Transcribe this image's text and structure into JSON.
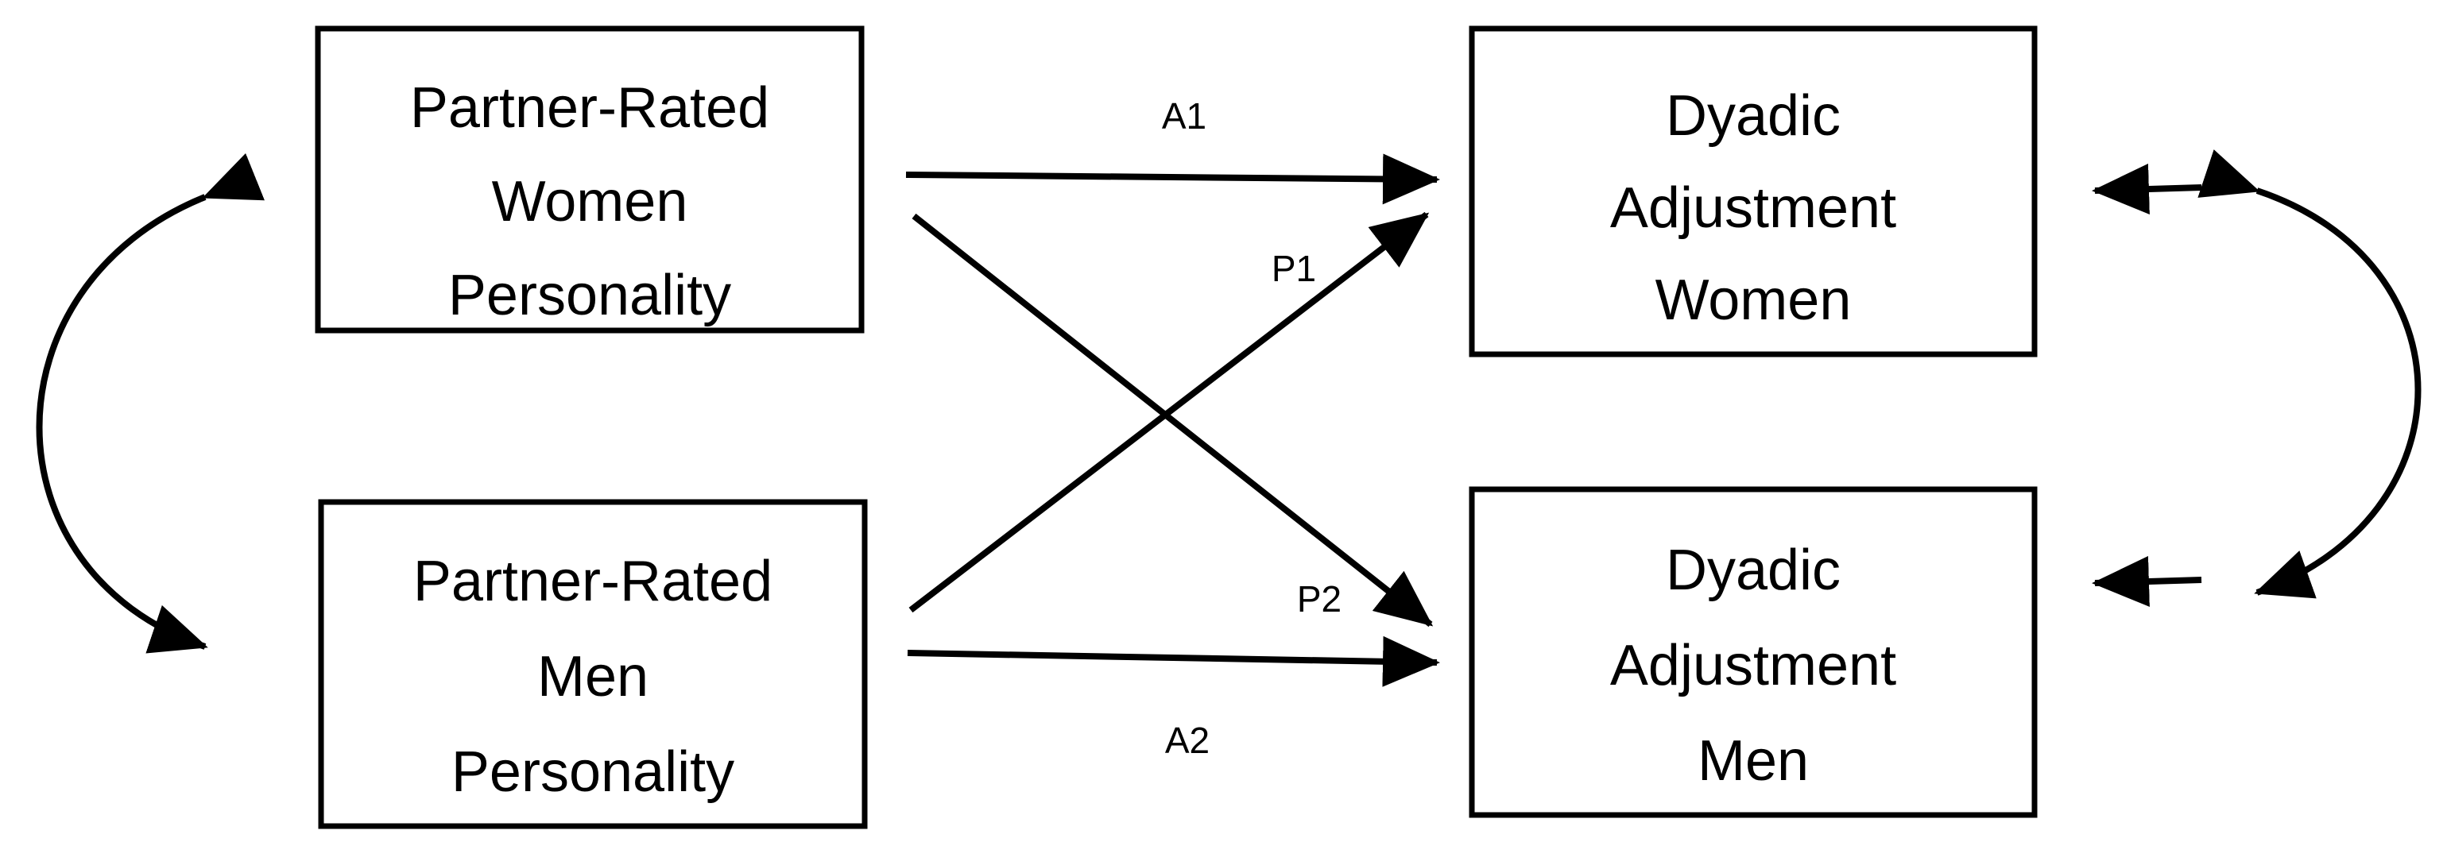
{
  "nodes": {
    "women_personality": {
      "lines": [
        "Partner-Rated",
        "Women",
        "Personality"
      ]
    },
    "men_personality": {
      "lines": [
        "Partner-Rated",
        "Men",
        "Personality"
      ]
    },
    "adjustment_women": {
      "lines": [
        "Dyadic",
        "Adjustment",
        "Women"
      ]
    },
    "adjustment_men": {
      "lines": [
        "Dyadic",
        "Adjustment",
        "Men"
      ]
    }
  },
  "paths": {
    "a1": "A1",
    "a2": "A2",
    "p1": "P1",
    "p2": "P2"
  },
  "colors": {
    "stroke": "#000000",
    "background": "#ffffff"
  }
}
